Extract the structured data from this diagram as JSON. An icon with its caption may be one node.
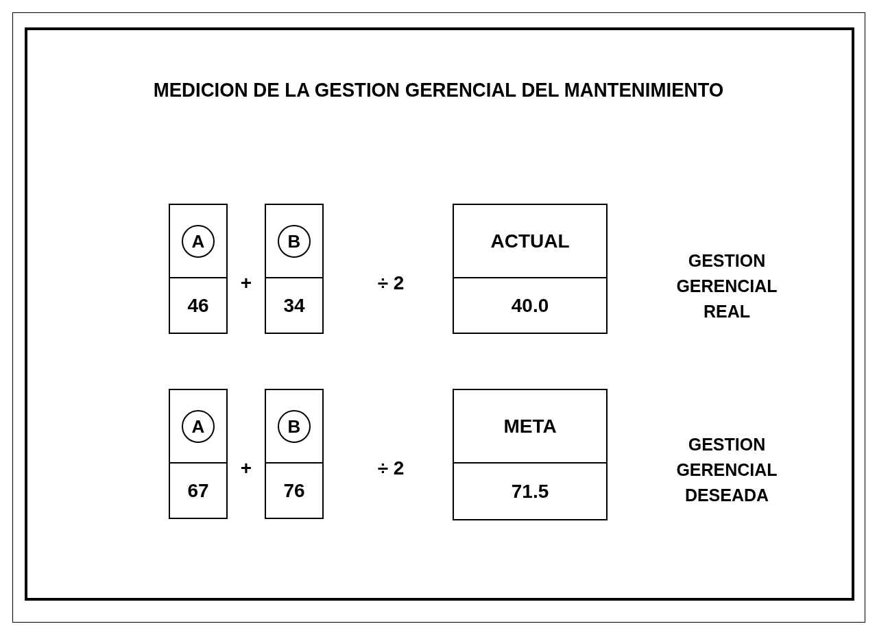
{
  "diagram": {
    "title": "MEDICION DE LA GESTION GERENCIAL DEL MANTENIMIENTO",
    "nodes": [
      {
        "text": [
          "A",
          "46"
        ]
      },
      {
        "text": [
          "B",
          "34"
        ]
      },
      {
        "text": [
          "ACTUAL",
          "40.0"
        ]
      },
      {
        "text": [
          "A",
          "67"
        ]
      },
      {
        "text": [
          "B",
          "76"
        ]
      },
      {
        "text": [
          "META",
          "71.5"
        ]
      }
    ],
    "labels": [
      "+",
      "÷ 2",
      "GESTION GERENCIAL REAL",
      "+",
      "÷ 2",
      "GESTION GERENCIAL DESEADA"
    ]
  }
}
